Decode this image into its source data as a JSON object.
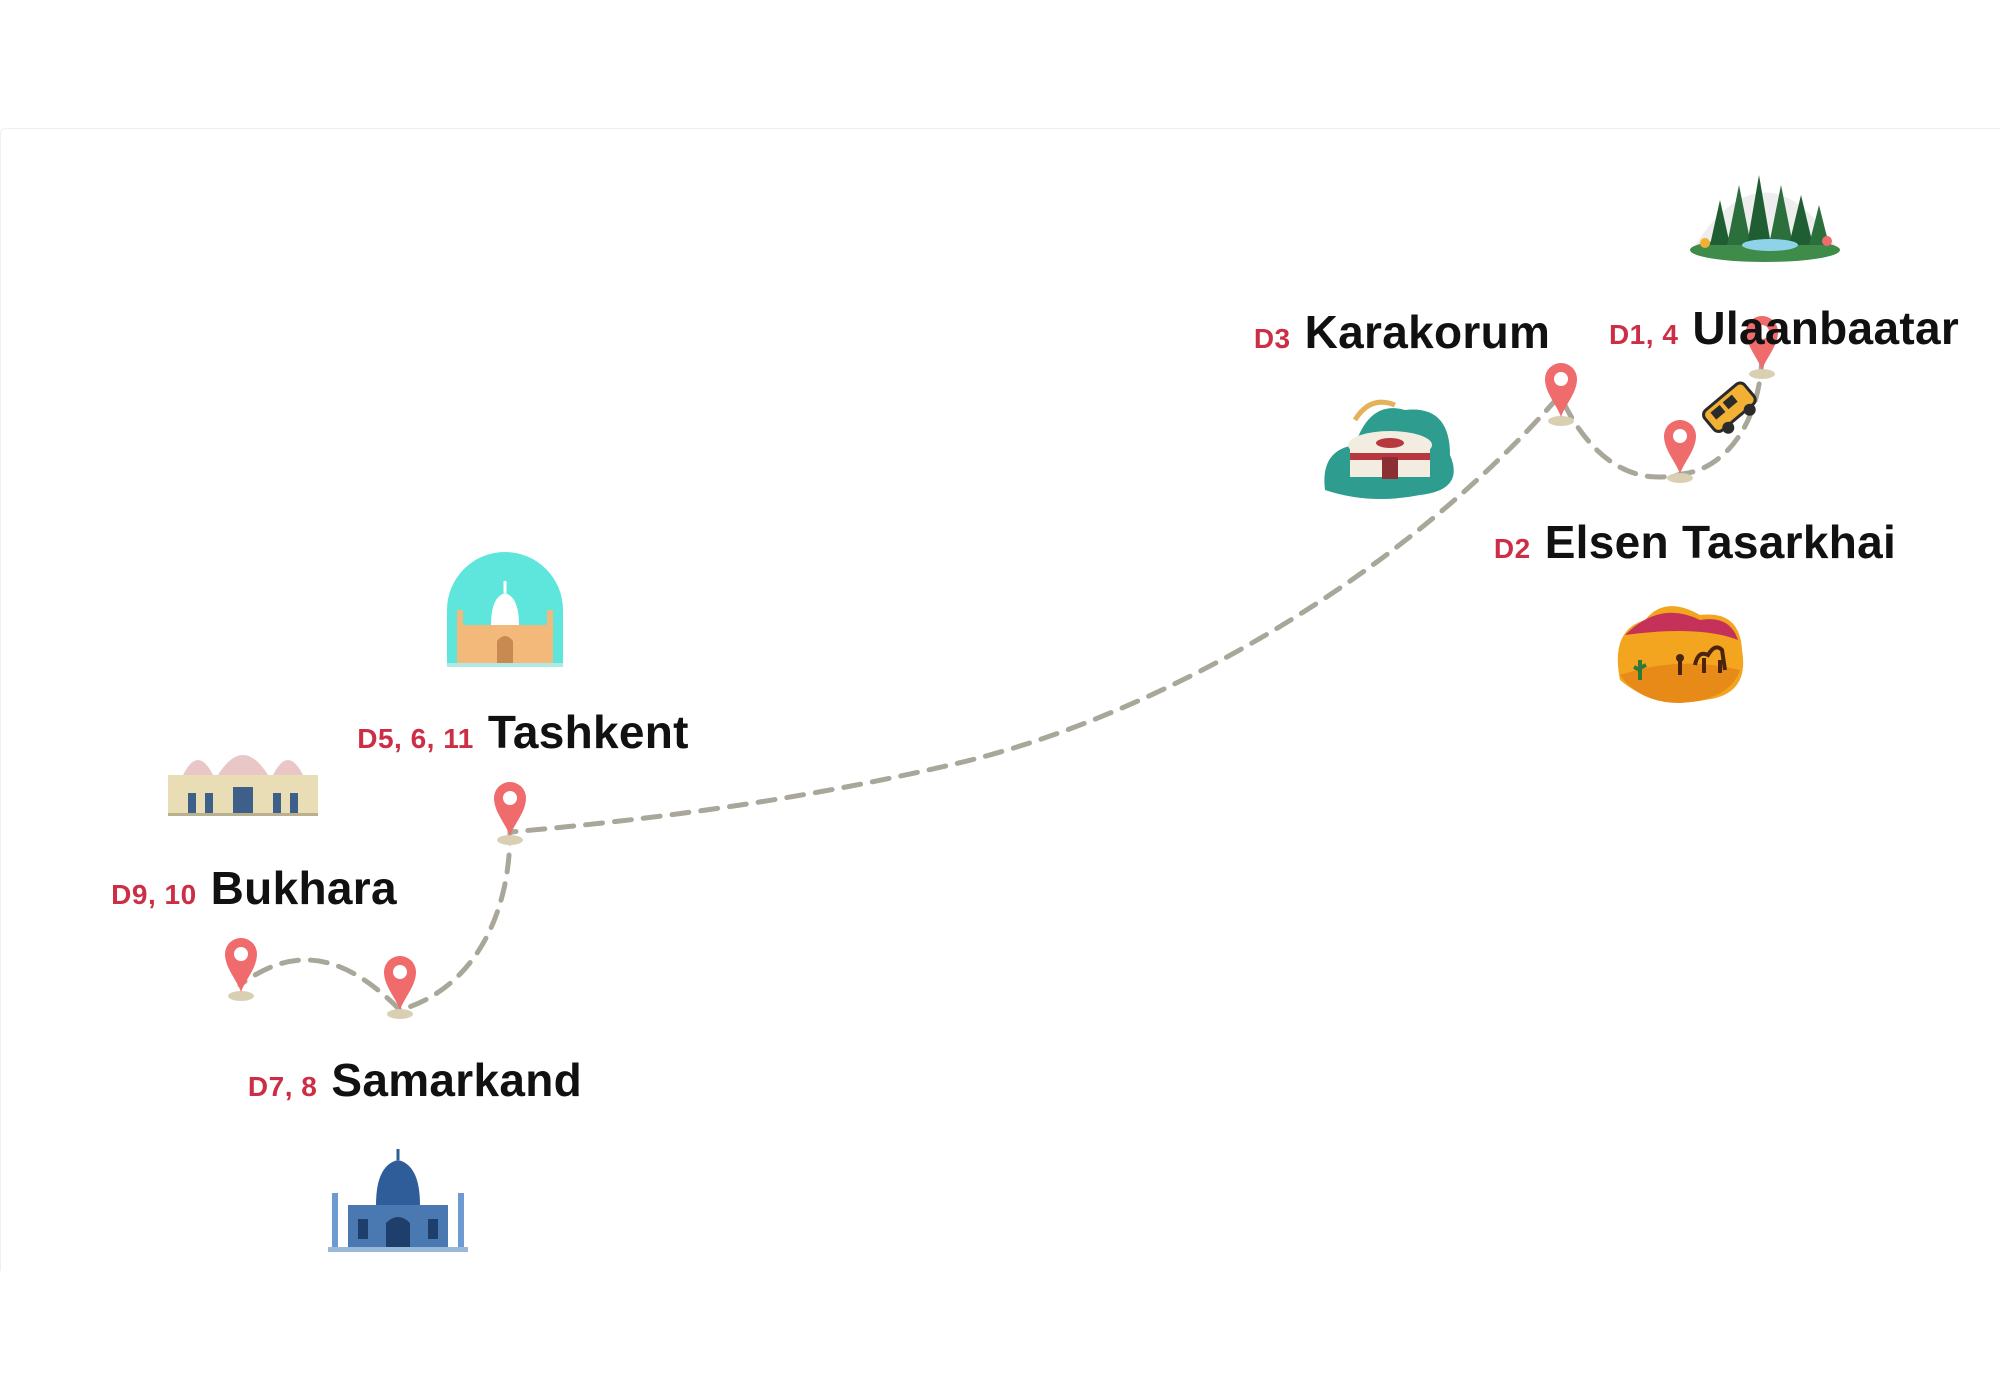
{
  "route": {
    "stops": [
      {
        "id": "ulaanbaatar",
        "days": "D1, 4",
        "city": "Ulaanbaatar",
        "illustration": "forest-lake-illustration"
      },
      {
        "id": "elsen",
        "days": "D2",
        "city": "Elsen Tasarkhai",
        "illustration": "desert-camel-illustration"
      },
      {
        "id": "karakorum",
        "days": "D3",
        "city": "Karakorum",
        "illustration": "yurt-illustration"
      },
      {
        "id": "tashkent",
        "days": "D5, 6, 11",
        "city": "Tashkent",
        "illustration": "mosque-arch-illustration"
      },
      {
        "id": "samarkand",
        "days": "D7, 8",
        "city": "Samarkand",
        "illustration": "blue-mausoleum-illustration"
      },
      {
        "id": "bukhara",
        "days": "D9, 10",
        "city": "Bukhara",
        "illustration": "palace-illustration"
      }
    ]
  },
  "colors": {
    "day_label": "#cc2f45",
    "city_label": "#111111",
    "pin": "#f06b6b",
    "route_line": "#a8a79a",
    "pin_shadow": "#d9cfb3"
  }
}
